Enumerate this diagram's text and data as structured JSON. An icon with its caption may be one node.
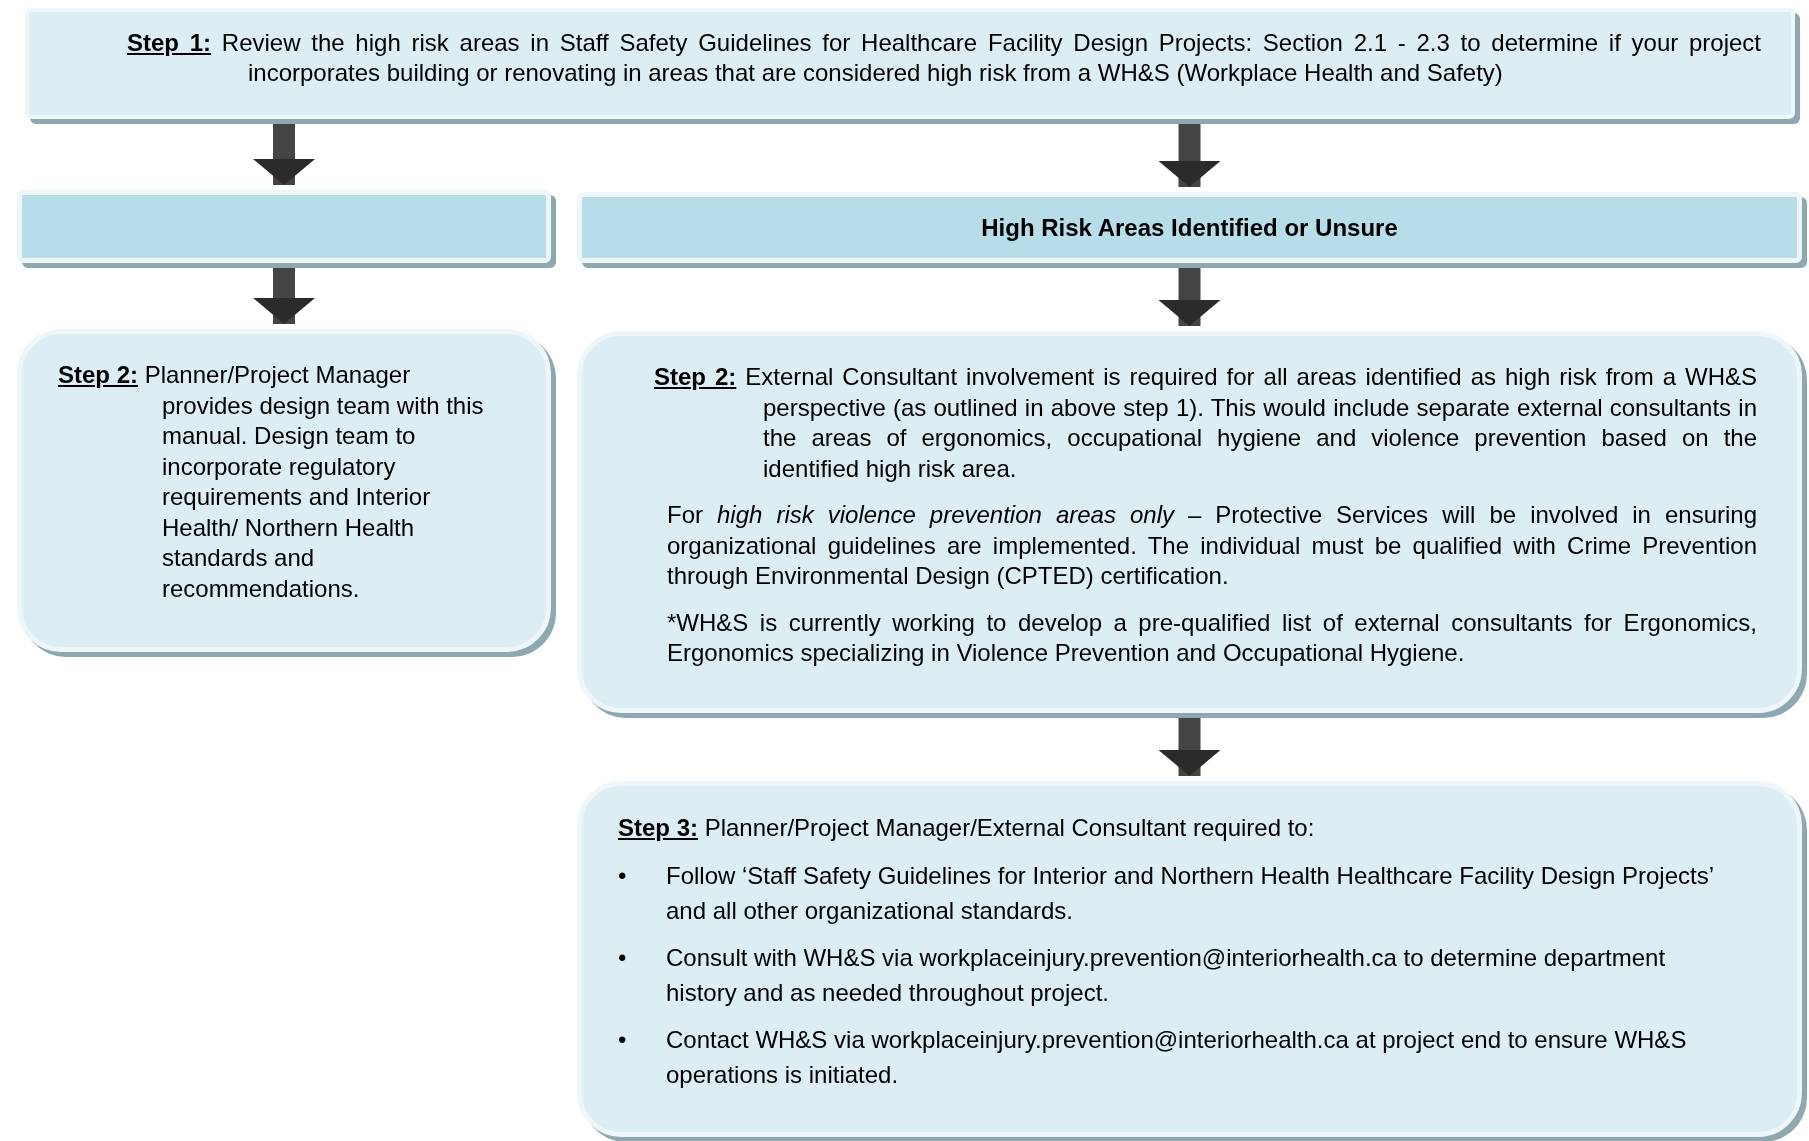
{
  "diagram": {
    "nodes": [
      {
        "text": [
          "**Step 1:** Review the high risk areas in Staff Safety Guidelines for Healthcare Facility Design Projects: Section 2.1 - 2.3 to determine if your project incorporates building or renovating in areas that are considered high risk from a WH&S (Workplace Health and Safety)"
        ]
      },
      {
        "text": [],
        "shape": "bar"
      },
      {
        "text": [
          "High Risk Areas Identified or Unsure"
        ]
      },
      {
        "text": [
          "**Step 2:** Planner/Project Manager provides design team with this manual. Design team to incorporate regulatory requirements and Interior Health/ Northern Health standards and recommendations."
        ]
      },
      {
        "text": [
          "**Step 2:** External Consultant involvement is required for all areas identified as high risk from a WH&S perspective (as outlined in above step 1).  This would include separate external consultants in the areas of ergonomics, occupational hygiene and violence prevention based on the identified high risk area.",
          "For *high risk violence prevention areas only* – Protective Services will be involved in ensuring organizational guidelines are implemented.  The individual must be qualified with Crime Prevention through Environmental Design (CPTED) certification.",
          "*WH&S is currently working to develop a pre-qualified list of external consultants for Ergonomics, Ergonomics specializing in Violence Prevention and Occupational Hygiene."
        ]
      },
      {
        "text": [
          "**Step 3:** Planner/Project Manager/External Consultant required to:",
          "Follow ‘Staff Safety Guidelines for Interior and Northern Health Healthcare Facility Design Projects’ and all other organizational standards.",
          "Consult with WH&S via workplaceinjury.prevention@interiorhealth.ca to determine department history and as needed throughout project.",
          "Contact WH&S via workplaceinjury.prevention@interiorhealth.ca at project end to ensure WH&S operations is initiated."
        ]
      }
    ],
    "edges": [
      {
        "from": 0,
        "to": 1,
        "arrow": "to"
      },
      {
        "from": 0,
        "to": 2,
        "arrow": "to"
      },
      {
        "from": 1,
        "to": 3,
        "arrow": "to"
      },
      {
        "from": 2,
        "to": 4,
        "arrow": "to"
      },
      {
        "from": 4,
        "to": 5,
        "arrow": "to"
      }
    ],
    "labels": [
      "•",
      "•",
      "•"
    ]
  }
}
